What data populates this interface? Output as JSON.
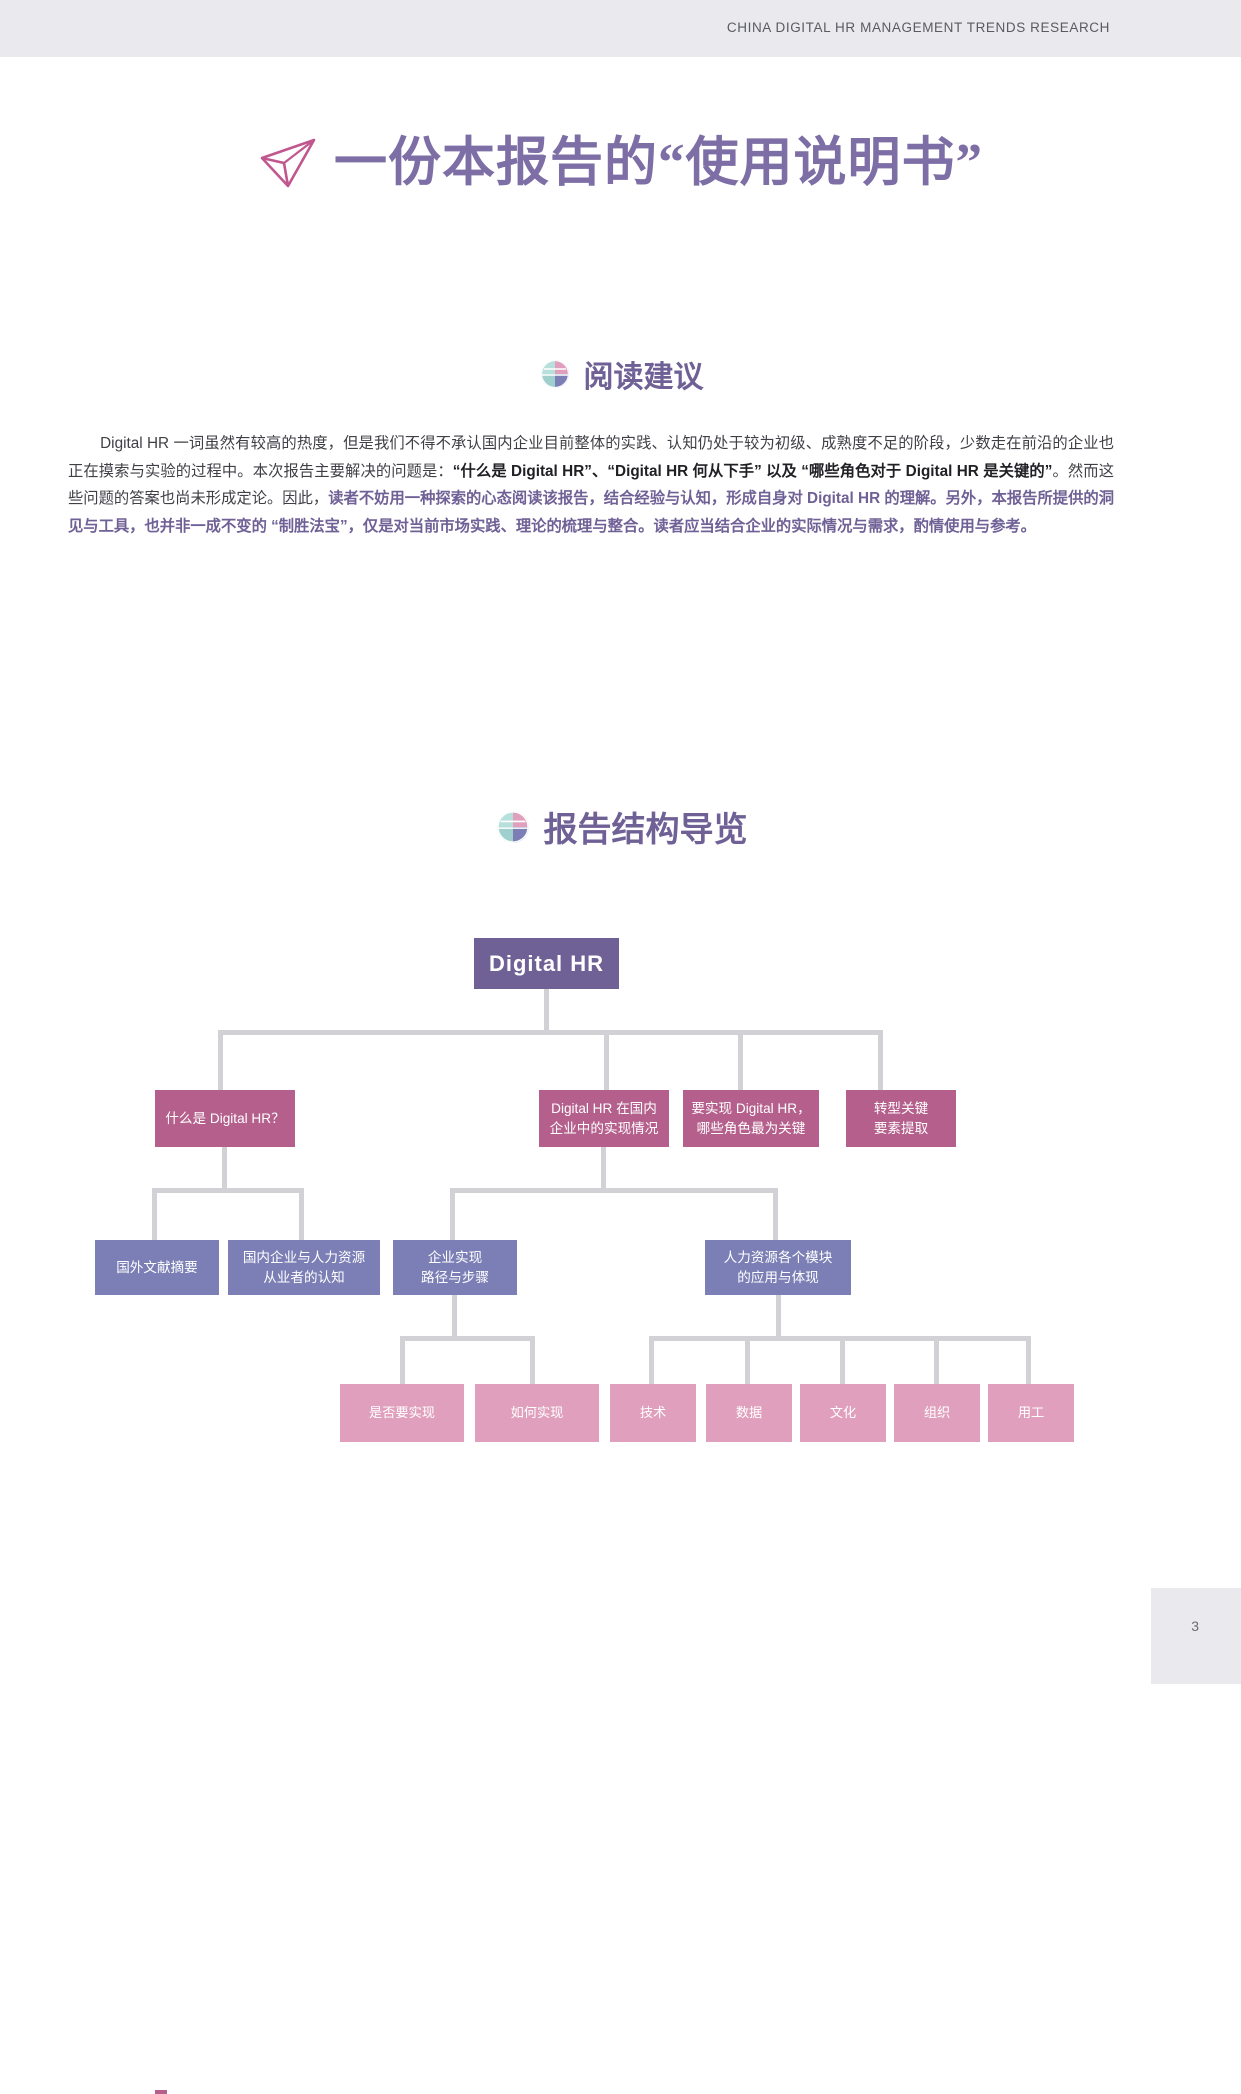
{
  "header": {
    "running_head": "CHINA DIGITAL HR MANAGEMENT TRENDS RESEARCH"
  },
  "page_title": {
    "text": "一份本报告的“使用说明书”",
    "icon": "paper-plane-icon",
    "color": "#7d6fa6"
  },
  "sections": [
    {
      "id": "reading-advice",
      "title": "阅读建议",
      "icon": "pie-chart-icon"
    },
    {
      "id": "report-structure",
      "title": "报告结构导览",
      "icon": "pie-chart-icon"
    }
  ],
  "paragraph": {
    "p1_plain_1": "Digital HR 一词虽然有较高的热度，但是我们不得不承认国内企业目前整体的实践、认知仍处于较为初级、成熟度不足的阶段，少数走在前沿的企业也正在摸索与实验的过程中。本次报告主要解决的问题是：",
    "p1_bold_1": "“什么是 Digital HR”、“Digital HR 何从下手” 以及 “哪些角色对于 Digital HR 是关键的”",
    "p1_plain_2": "。然而这些问题的答案也尚未形成定论。因此，",
    "p1_purple_1": "读者不妨用一种探索的心态阅读该报告，结合经验与认知，形成自身对 Digital HR 的理解。另外，本报告所提供的洞见与工具，也并非一成不变的 “制胜法宝”，仅是对当前市场实践、理论的梳理与整合。读者应当结合企业的实际情况与需求，酌情使用与参考。"
  },
  "diagram": {
    "root": {
      "label": "Digital  HR",
      "color": "#6f6196"
    },
    "level1_color": "#b5608c",
    "level2_color": "#7b7fb5",
    "level3_color": "#e0a0bd",
    "connector_color": "#d2d2d6",
    "level1": [
      {
        "id": "what-is-digital-hr",
        "label": "什么是 Digital HR？"
      },
      {
        "id": "domestic-practice",
        "label": "Digital HR 在国内\n企业中的实现情况"
      },
      {
        "id": "key-roles",
        "label": "要实现 Digital HR，\n哪些角色最为关键"
      },
      {
        "id": "key-elements",
        "label": "转型关键\n要素提取"
      }
    ],
    "level2": [
      {
        "id": "foreign-literature",
        "label": "国外文献摘要"
      },
      {
        "id": "domestic-cognition",
        "label": "国内企业与人力资源\n从业者的认知"
      },
      {
        "id": "enterprise-path",
        "label": "企业实现\n路径与步骤"
      },
      {
        "id": "hr-modules",
        "label": "人力资源各个模块\n的应用与体现"
      }
    ],
    "level3": [
      {
        "id": "whether-to-implement",
        "label": "是否要实现"
      },
      {
        "id": "how-to-implement",
        "label": "如何实现"
      },
      {
        "id": "technology",
        "label": "技术"
      },
      {
        "id": "data",
        "label": "数据"
      },
      {
        "id": "culture",
        "label": "文化"
      },
      {
        "id": "organization",
        "label": "组织"
      },
      {
        "id": "employment",
        "label": "用工"
      }
    ]
  },
  "footer": {
    "page_number": "3"
  }
}
